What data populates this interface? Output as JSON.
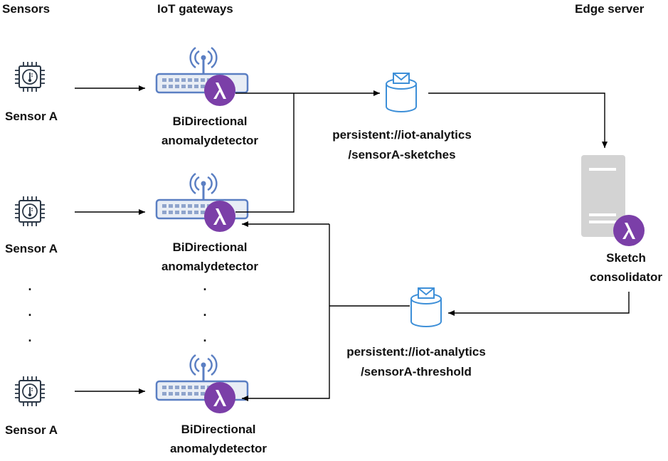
{
  "headers": {
    "sensors": "Sensors",
    "gateways": "IoT gateways",
    "edge": "Edge server"
  },
  "sensors": [
    {
      "label": "Sensor A"
    },
    {
      "label": "Sensor A"
    },
    {
      "label": "Sensor A"
    }
  ],
  "gateways": [
    {
      "label_line1": "BiDirectional",
      "label_line2": "anomalydetector"
    },
    {
      "label_line1": "BiDirectional",
      "label_line2": "anomalydetector"
    },
    {
      "label_line1": "BiDirectional",
      "label_line2": "anomalydetector"
    }
  ],
  "ellipsis": ".",
  "topics": {
    "sketches": {
      "line1": "persistent://iot-analytics",
      "line2": "/sensorA-sketches"
    },
    "threshold": {
      "line1": "persistent://iot-analytics",
      "line2": "/sensorA-threshold"
    }
  },
  "server": {
    "label_line1": "Sketch",
    "label_line2": "consolidator"
  },
  "icons": {
    "sensor": "chip-thermometer-icon",
    "gateway": "router-icon",
    "function": "lambda-icon",
    "topic": "message-queue-icon",
    "server": "server-icon"
  },
  "colors": {
    "lambda": "#7b3fa8",
    "router_blue": "#5b7fc3",
    "topic_blue": "#3d8fd8",
    "server_gray": "#d3d3d3",
    "sensor_dark": "#2a3645",
    "line": "#000000"
  }
}
